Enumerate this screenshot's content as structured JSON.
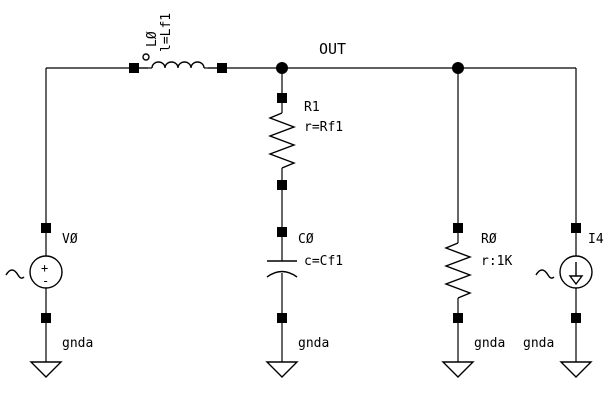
{
  "net_label": "OUT",
  "components": {
    "inductor": {
      "name": "LØ",
      "value": "l=Lf1"
    },
    "voltage_source": {
      "name": "VØ",
      "ground": "gnda"
    },
    "resistor_r1": {
      "name": "R1",
      "value": "r=Rf1"
    },
    "capacitor": {
      "name": "CØ",
      "value": "c=Cf1",
      "ground": "gnda"
    },
    "resistor_r0": {
      "name": "RØ",
      "value": "r:1K",
      "ground": "gnda"
    },
    "current_source": {
      "name": "I4",
      "ground": "gnda"
    }
  }
}
